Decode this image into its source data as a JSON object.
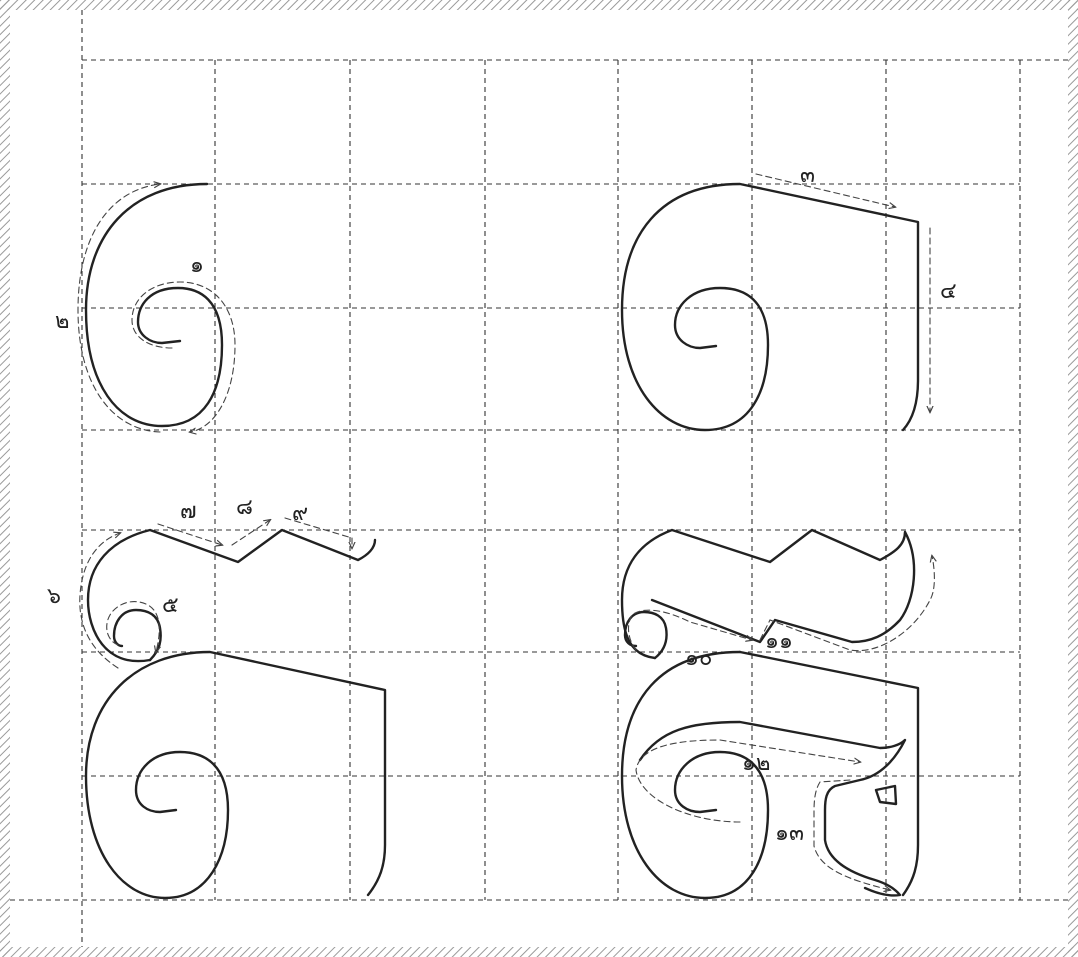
{
  "diagram": {
    "panels": [
      {
        "id": "top-left",
        "step_labels": [
          "๑",
          "๒"
        ]
      },
      {
        "id": "top-right",
        "step_labels": [
          "๓",
          "๔"
        ]
      },
      {
        "id": "bottom-left",
        "step_labels": [
          "๕",
          "๖",
          "๗",
          "๘",
          "๙"
        ]
      },
      {
        "id": "bottom-right",
        "step_labels": [
          "๑๐",
          "๑๑",
          "๑๒",
          "๑๓"
        ]
      }
    ]
  },
  "colors": {
    "stroke": "#222222",
    "guide": "#444444",
    "frame": "#9a9a9a",
    "background": "#ffffff"
  },
  "icons": {
    "arrowhead": "arrow-icon"
  }
}
